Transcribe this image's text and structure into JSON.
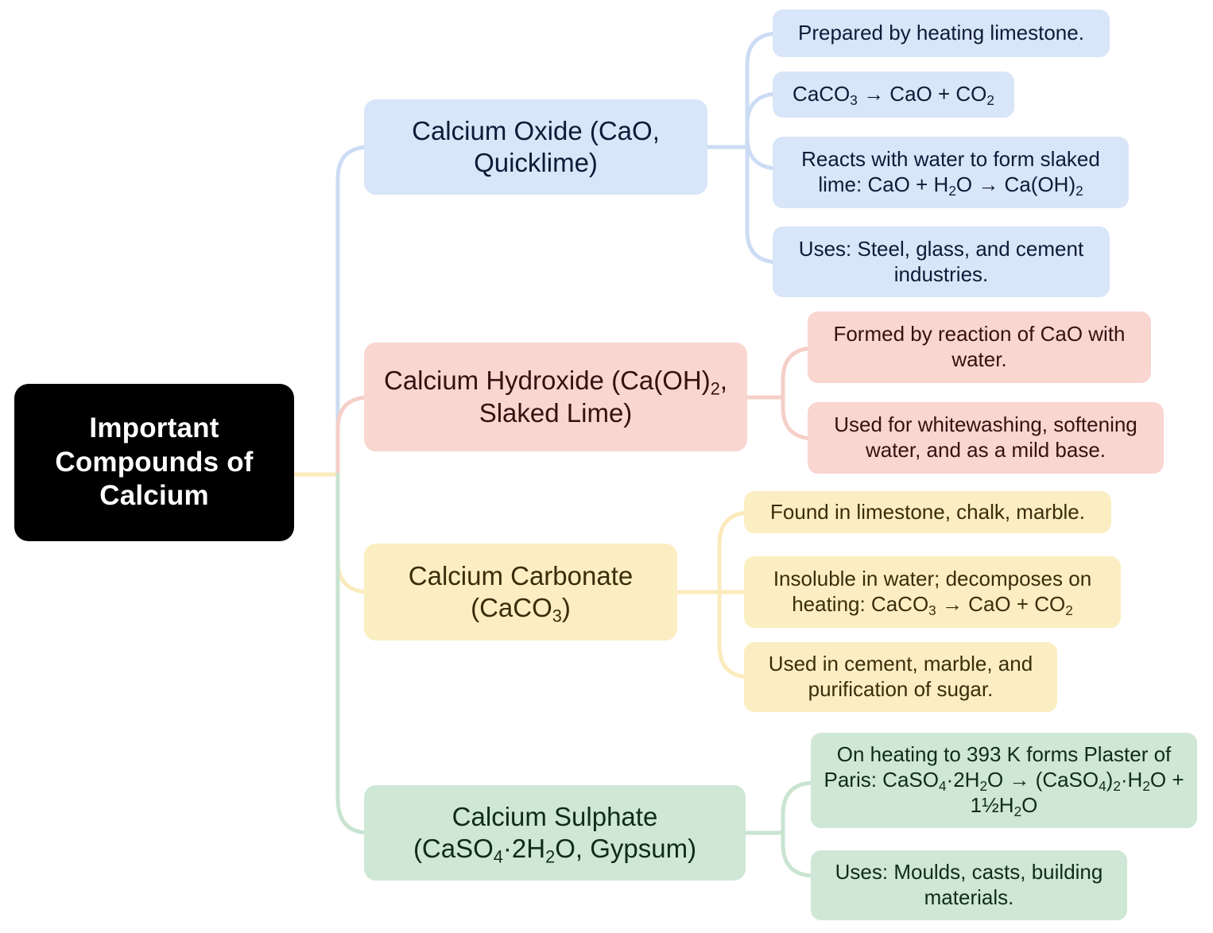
{
  "diagram": {
    "type": "mindmap",
    "title": "Important Compounds of Calcium",
    "root": {
      "label_line1": "Important",
      "label_line2": "Compounds of",
      "label_line3": "Calcium",
      "bg_color": "#000000",
      "text_color": "#ffffff"
    },
    "branches": [
      {
        "id": "calcium-oxide",
        "label_html": "Calcium Oxide (CaO, Quicklime)",
        "color": "#d9e5f8",
        "line_color": "#ccdcf4",
        "text_color": "#0d1b38",
        "children": [
          {
            "id": "cao-prep",
            "label_html": "Prepared by heating limestone."
          },
          {
            "id": "cao-eq",
            "label_html": "CaCO<sub>3</sub> &rarr; CaO + CO<sub>2</sub>"
          },
          {
            "id": "cao-water",
            "label_html": "Reacts with water to form slaked lime: CaO + H<sub>2</sub>O &rarr; Ca(OH)<sub>2</sub>"
          },
          {
            "id": "cao-uses",
            "label_html": "Uses: Steel, glass, and cement industries."
          }
        ]
      },
      {
        "id": "calcium-hydroxide",
        "label_html": "Calcium Hydroxide (Ca(OH)<sub>2</sub>, Slaked Lime)",
        "color": "#f9d6d0",
        "line_color": "#f6cfc9",
        "text_color": "#351110",
        "children": [
          {
            "id": "caoh2-formed",
            "label_html": "Formed by reaction of CaO with water."
          },
          {
            "id": "caoh2-uses",
            "label_html": "Used for whitewashing, softening water, and as a mild base."
          }
        ]
      },
      {
        "id": "calcium-carbonate",
        "label_html": "Calcium Carbonate (CaCO<sub>3</sub>)",
        "color": "#fbeec2",
        "line_color": "#fbeabb",
        "text_color": "#3a2d0b",
        "children": [
          {
            "id": "caco3-found",
            "label_html": "Found in limestone, chalk, marble."
          },
          {
            "id": "caco3-decomp",
            "label_html": "Insoluble in water; decomposes on heating: CaCO<sub>3</sub> &rarr; CaO + CO<sub>2</sub>"
          },
          {
            "id": "caco3-uses",
            "label_html": "Used in cement, marble, and purification of sugar."
          }
        ]
      },
      {
        "id": "calcium-sulphate",
        "label_html": "Calcium Sulphate (CaSO<sub>4</sub>&middot;2H<sub>2</sub>O, Gypsum)",
        "color": "#cfe7d5",
        "line_color": "#c9e4d0",
        "text_color": "#0f2c18",
        "children": [
          {
            "id": "caso4-pop",
            "label_html": "On heating to 393 K forms Plaster of Paris: CaSO<sub>4</sub>&middot;2H<sub>2</sub>O &rarr; (CaSO<sub>4</sub>)<sub>2</sub>&middot;H<sub>2</sub>O + 1&frac12;H<sub>2</sub>O"
          },
          {
            "id": "caso4-uses",
            "label_html": "Uses: Moulds, casts, building materials."
          }
        ]
      }
    ]
  }
}
